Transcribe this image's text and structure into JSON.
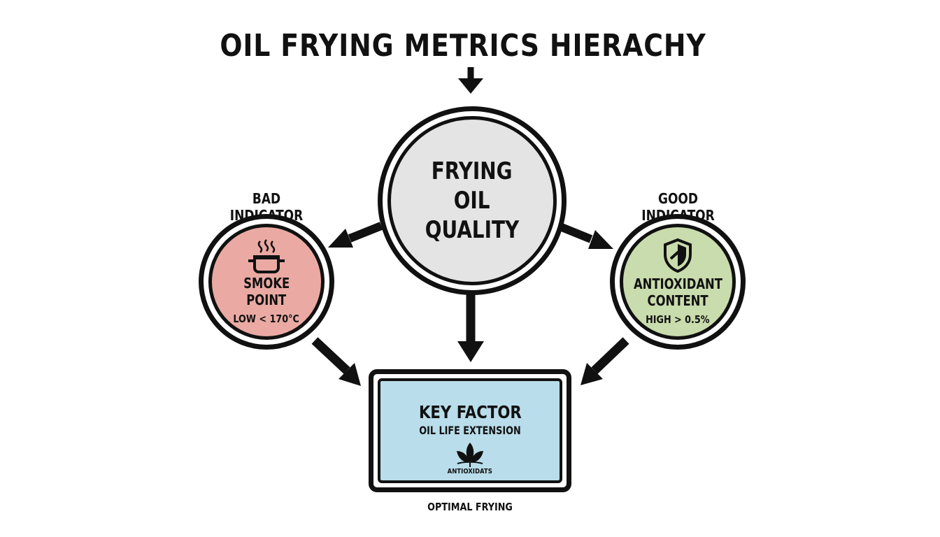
{
  "title": "OIL FRYING METRICS HIERACHY",
  "center": {
    "line1": "FRYING",
    "line2": "OIL",
    "line3": "QUALITY",
    "color": "#e4e4e4"
  },
  "left": {
    "caption": "BAD INDICATOR",
    "line1": "SMOKE",
    "line2": "POINT",
    "detail": "LOW < 170°C",
    "icon": "cooking-pot-icon",
    "color": "#eaaaa3"
  },
  "right": {
    "caption": "GOOD INDICATOR",
    "line1": "ANTIOXIDANT",
    "line2": "CONTENT",
    "detail": "HIGH > 0.5%",
    "icon": "shield-icon",
    "color": "#c9dcad"
  },
  "box": {
    "title": "KEY FACTOR",
    "subtitle": "OIL LIFE EXTENSION",
    "badge": "ANTIOXIDATS",
    "icon": "leaf-icon",
    "color": "#b9ddea"
  },
  "bottom_caption": "OPTIMAL FRYING"
}
